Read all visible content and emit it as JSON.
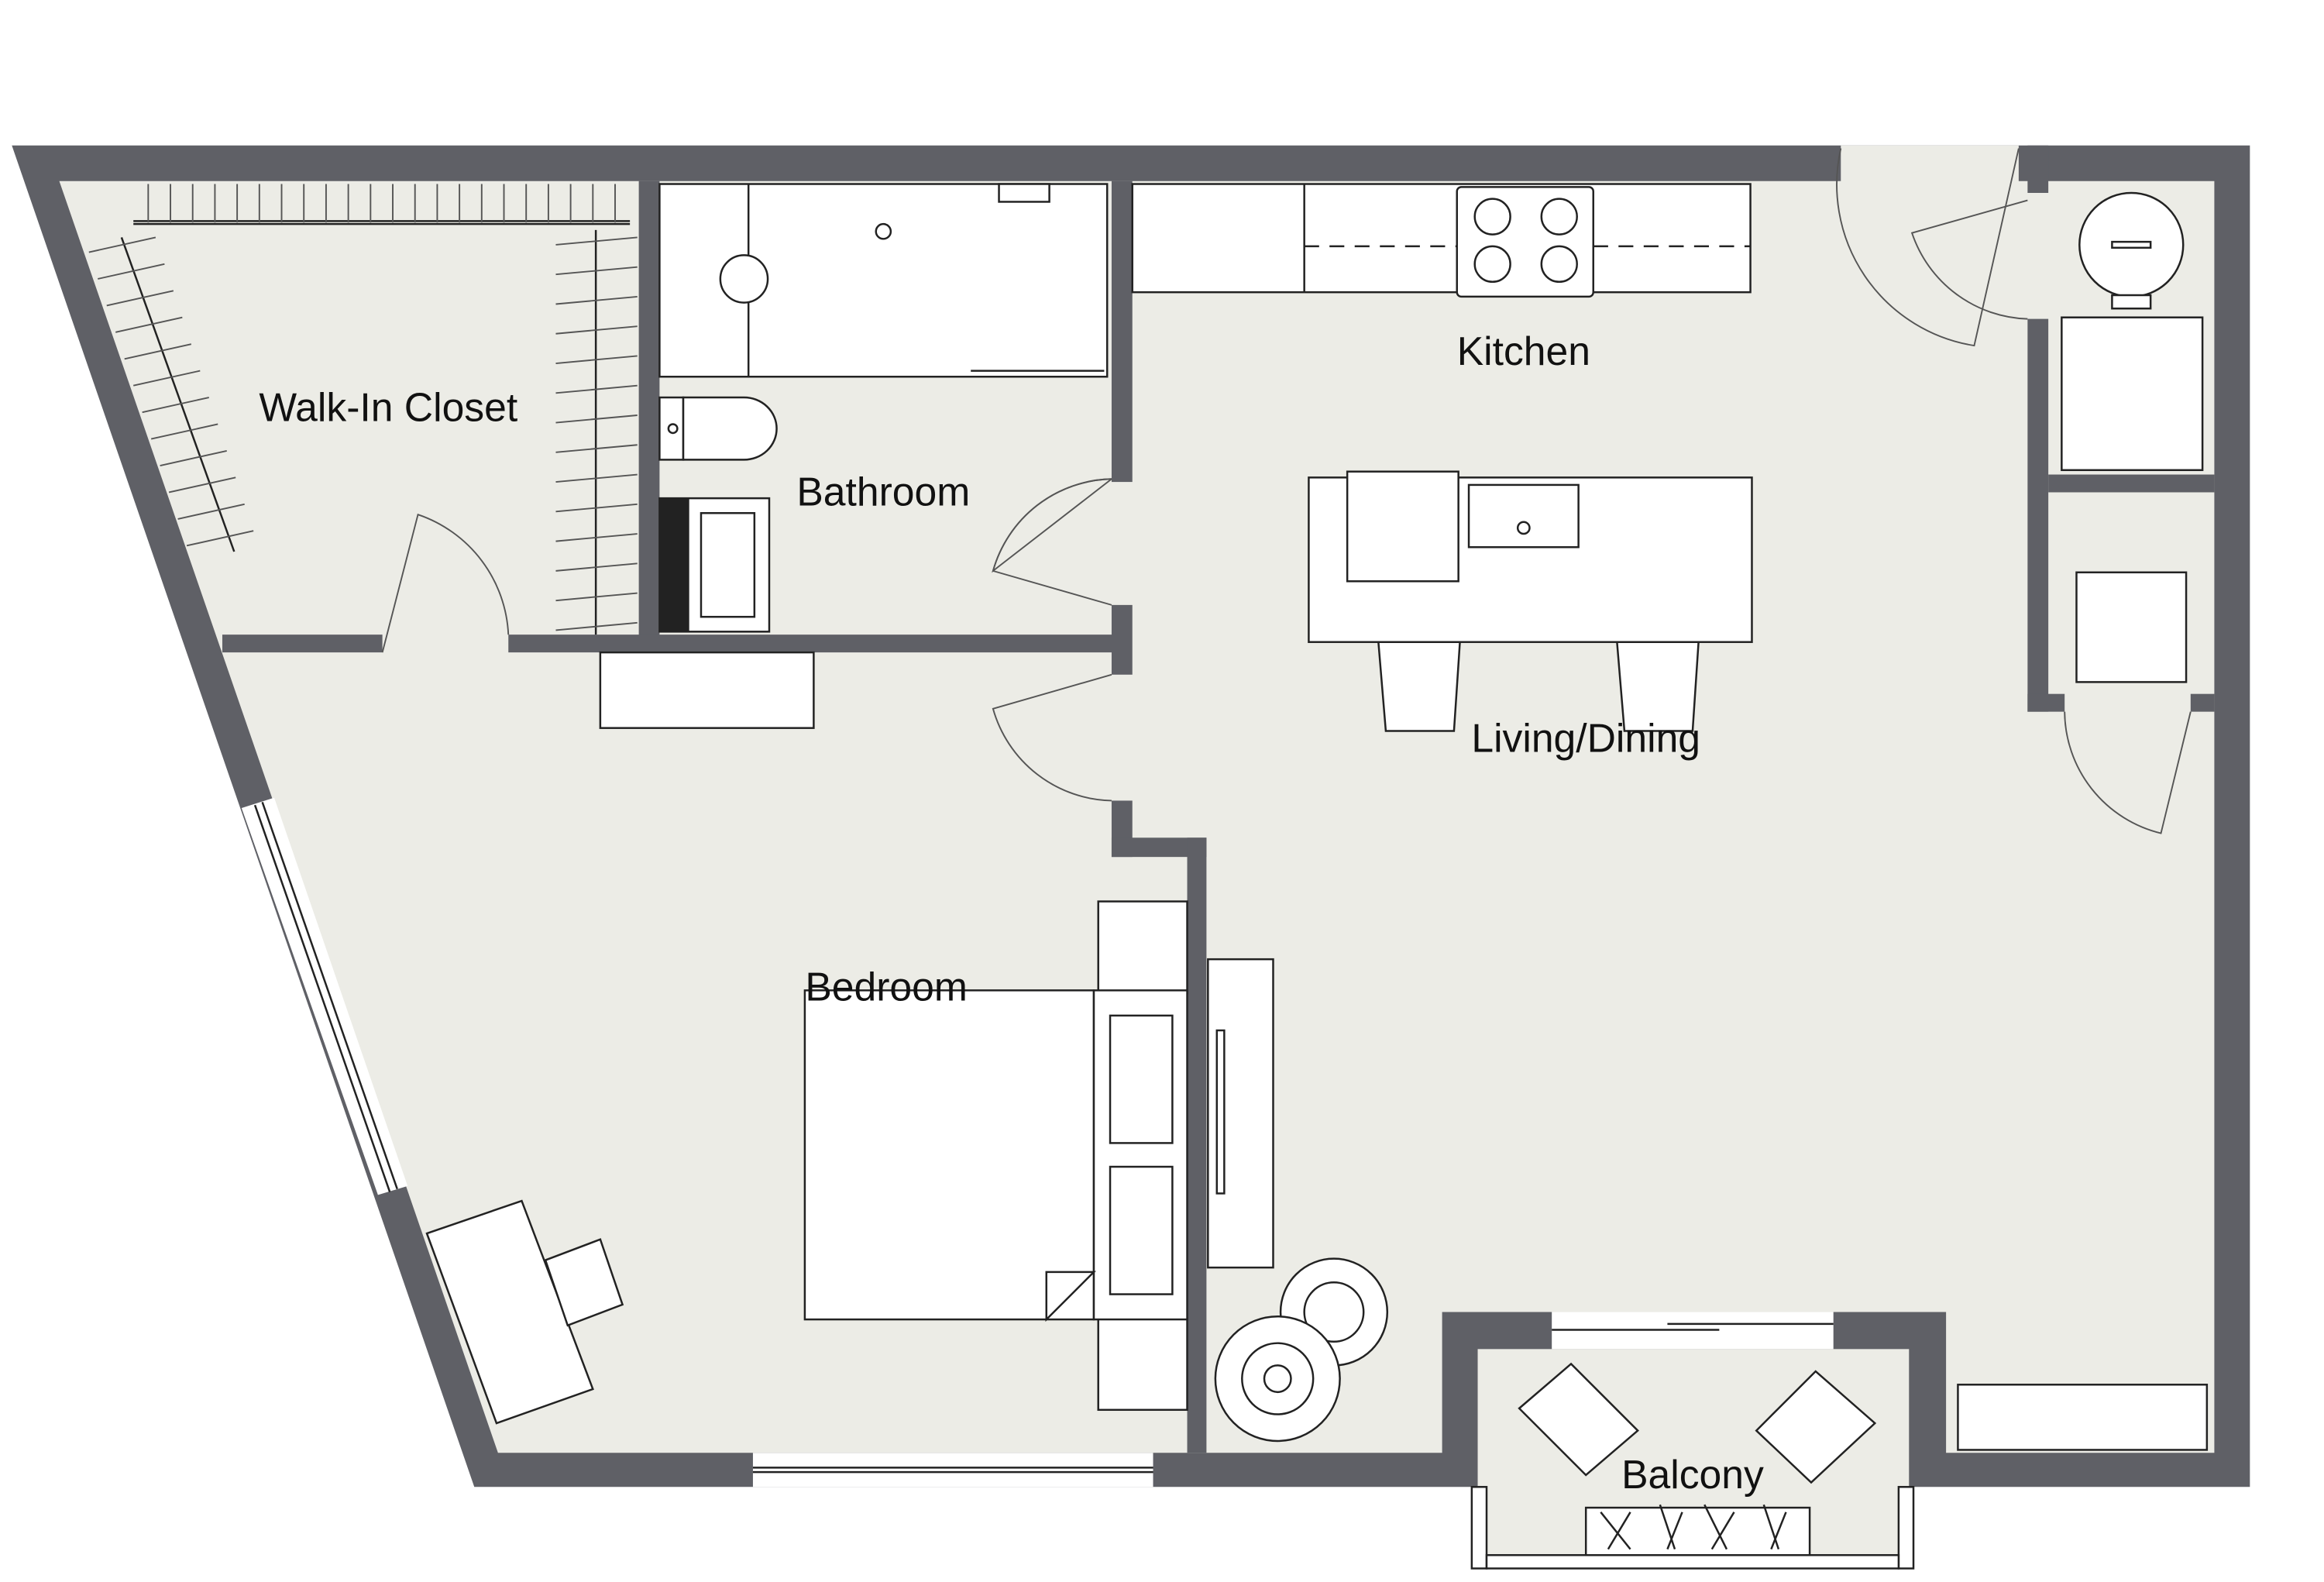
{
  "colors": {
    "wall": "#5f6066",
    "floor": "#ecece6",
    "furniture": "#ffffff",
    "line": "#222222"
  },
  "rooms": {
    "closet": "Walk-In Closet",
    "bathroom": "Bathroom",
    "kitchen": "Kitchen",
    "living": "Living/Dining",
    "bedroom": "Bedroom",
    "balcony": "Balcony"
  }
}
